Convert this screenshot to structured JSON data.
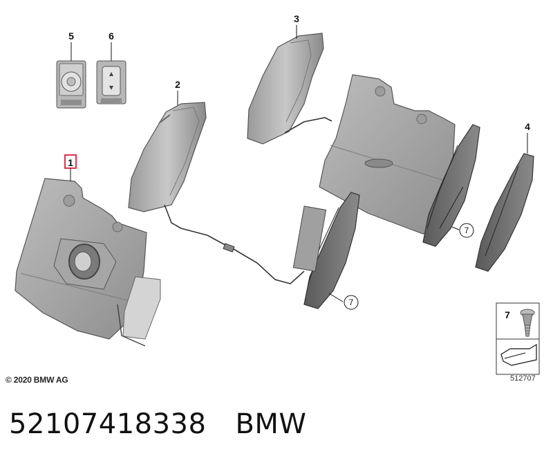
{
  "callouts": {
    "c1": "1",
    "c2": "2",
    "c3": "3",
    "c4": "4",
    "c5": "5",
    "c6": "6",
    "c7a": "7",
    "c7b": "7",
    "legend7": "7"
  },
  "highlight_color": "#d81b3c",
  "copyright": "© 2020 BMW AG",
  "diagram_number": "512707",
  "part_number": "52107418338",
  "brand": "BMW"
}
